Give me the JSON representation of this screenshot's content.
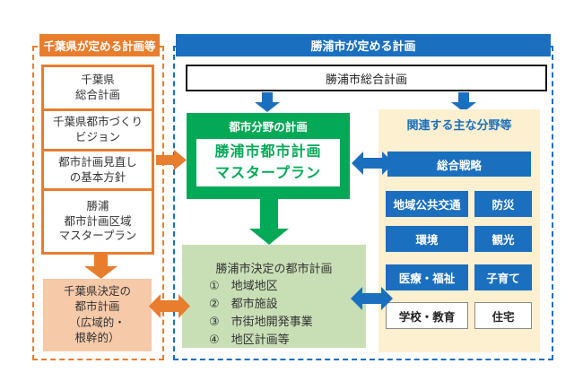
{
  "left_panel": {
    "title": "千葉県が定める計画等",
    "boxes": [
      {
        "label": "千葉県\n総合計画"
      },
      {
        "label": "千葉県都市づくり\nビジョン"
      },
      {
        "label": "都市計画見直し\nの基本方針"
      },
      {
        "label": "勝浦\n都市計画区域\nマスタープラン"
      }
    ],
    "decided_box": "千葉県決定の\n都市計画\n（広域的・\n根幹的）"
  },
  "right_panel": {
    "title": "勝浦市が定める計画",
    "comprehensive_plan": "勝浦市総合計画",
    "urban_section": {
      "title": "都市分野の計画",
      "master_plan": "勝浦市都市計画\nマスタープラン"
    },
    "city_decided": {
      "title": "勝浦市決定の都市計画",
      "items": [
        "①　地域地区",
        "②　都市施設",
        "③　市街地開発事業",
        "④　地区計画等"
      ]
    },
    "related_fields": {
      "title": "関連する主な分野等",
      "strategy": "総合戦略",
      "blue_fields": [
        "地域公共交通",
        "防災",
        "環境",
        "観光",
        "医療・福祉",
        "子育て"
      ],
      "white_fields": [
        "学校・教育",
        "住宅"
      ]
    }
  },
  "colors": {
    "orange": "#E87D2E",
    "blue": "#1B6FBF",
    "green": "#04A957",
    "light_green": "#C8DFB6",
    "cream": "#FCF0D0",
    "peach": "#F6C9A8"
  }
}
